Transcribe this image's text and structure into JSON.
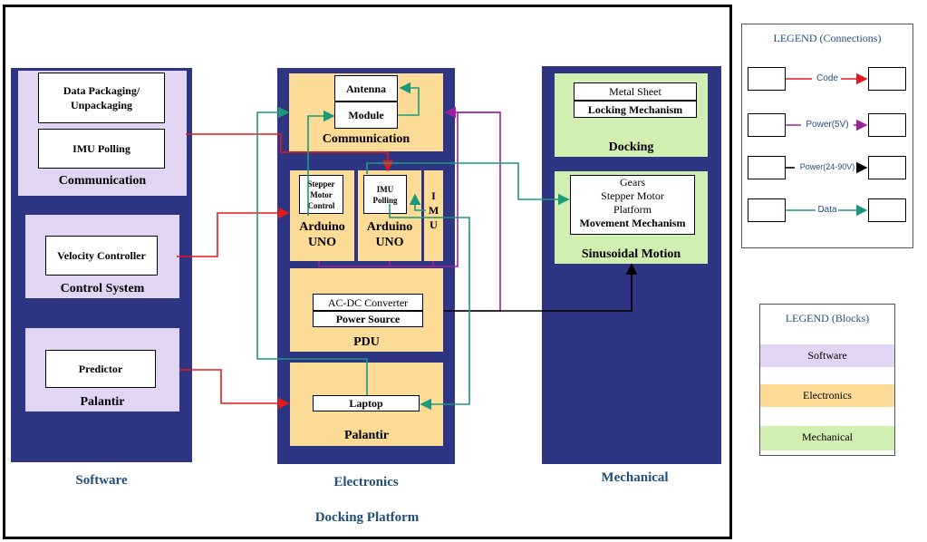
{
  "platform_label": "Docking Platform",
  "columns": {
    "software": "Software",
    "electronics": "Electronics",
    "mechanical": "Mechanical"
  },
  "software": {
    "communication": {
      "title": "Communication",
      "items": [
        "Data Packaging/ Unpackaging",
        "IMU Polling"
      ]
    },
    "control": {
      "title": "Control System",
      "items": [
        "Velocity Controller"
      ]
    },
    "palantir": {
      "title": "Palantir",
      "items": [
        "Predictor"
      ]
    }
  },
  "electronics": {
    "communication": {
      "title": "Communication",
      "antenna": "Antenna",
      "module": "Module"
    },
    "arduino1": {
      "inner": "Stepper Motor Control",
      "title": "Arduino UNO"
    },
    "arduino2": {
      "inner": "IMU Polling",
      "title": "Arduino UNO"
    },
    "imu": "I M U",
    "pdu": {
      "title": "PDU",
      "items": [
        "AC-DC Converter",
        "Power Source"
      ]
    },
    "palantir": {
      "title": "Palantir",
      "items": [
        "Laptop"
      ]
    }
  },
  "mechanical": {
    "docking": {
      "title": "Docking",
      "items": [
        "Metal Sheet",
        "Locking Mechanism"
      ]
    },
    "motion": {
      "title": "Sinusoidal Motion",
      "lines": [
        "Gears",
        "Stepper Motor",
        "Platform"
      ],
      "mechanism": "Movement Mechanism"
    }
  },
  "legend_connections": {
    "title": "LEGEND (Connections)",
    "items": [
      {
        "label": "Code",
        "color": "#e31a1c"
      },
      {
        "label": "Power(5V)",
        "color": "#a020a0"
      },
      {
        "label": "Power(24-90V)",
        "color": "#000000"
      },
      {
        "label": "Data",
        "color": "#1a9a7a"
      }
    ]
  },
  "legend_blocks": {
    "title": "LEGEND (Blocks)",
    "items": [
      {
        "label": "Software",
        "color": "#e2d4f3"
      },
      {
        "label": "Electronics",
        "color": "#fcdb97"
      },
      {
        "label": "Mechanical",
        "color": "#d1efb1"
      }
    ]
  }
}
